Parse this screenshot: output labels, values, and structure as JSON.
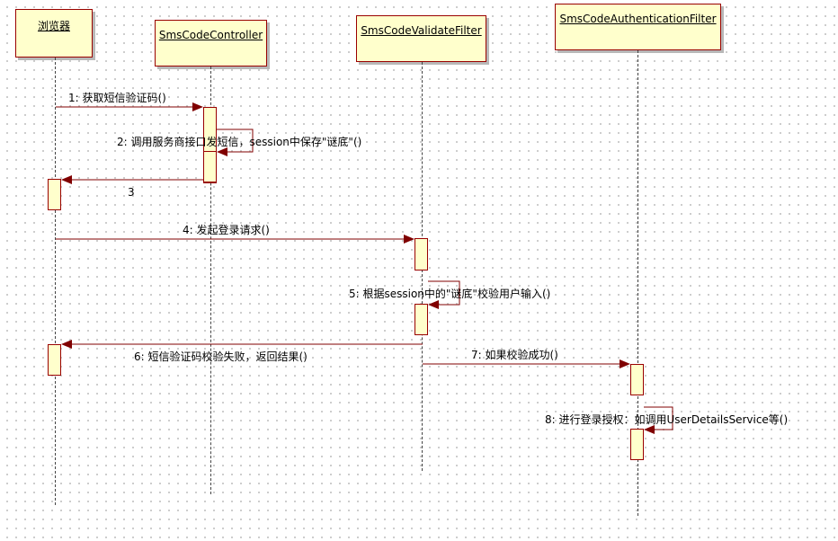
{
  "participants": {
    "browser": "浏览器",
    "controller": "SmsCodeController",
    "validate_filter": "SmsCodeValidateFilter",
    "auth_filter": "SmsCodeAuthenticationFilter"
  },
  "messages": {
    "m1": "1: 获取短信验证码()",
    "m2": "2: 调用服务商接口发短信，session中保存\"谜底\"()",
    "m3": "3",
    "m4": "4: 发起登录请求()",
    "m5": "5: 根据session中的\"谜底\"校验用户输入()",
    "m6": "6: 短信验证码校验失败，返回结果()",
    "m7": "7: 如果校验成功()",
    "m8": "8: 进行登录授权：如调用UserDetailsService等()"
  },
  "colors": {
    "box_fill": "#ffffcc",
    "box_border": "#990000",
    "arrow": "#800000"
  }
}
